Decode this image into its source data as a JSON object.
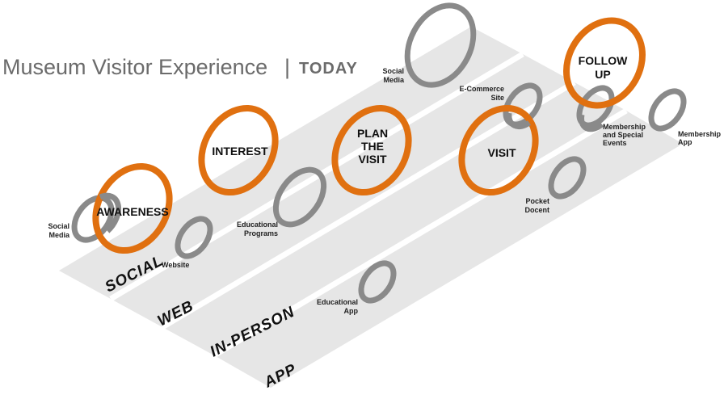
{
  "title": {
    "main": "Museum Visitor Experience",
    "separator": "|",
    "sub": "TODAY"
  },
  "lanes": {
    "social": "SOCIAL",
    "web": "WEB",
    "in_person": "IN-PERSON",
    "app": "APP"
  },
  "stages": {
    "awareness": [
      "AWARENESS"
    ],
    "interest": [
      "INTEREST"
    ],
    "plan": [
      "PLAN",
      "THE",
      "VISIT"
    ],
    "visit": [
      "VISIT"
    ],
    "follow_up": [
      "FOLLOW",
      "UP"
    ]
  },
  "touchpoints": {
    "social_media_1": [
      "Social",
      "Media"
    ],
    "website": [
      "Website"
    ],
    "educational_programs": [
      "Educational",
      "Programs"
    ],
    "social_media_2": [
      "Social",
      "Media"
    ],
    "educational_app": [
      "Educational",
      "App"
    ],
    "ecommerce": [
      "E-Commerce",
      "Site"
    ],
    "pocket_docent": [
      "Pocket",
      "Docent"
    ],
    "membership_events": [
      "Membership",
      "and Special",
      "Events"
    ],
    "membership_app": [
      "Membership",
      "App"
    ]
  },
  "colors": {
    "stage_ring": "#e07010",
    "touch_ring": "#8a8a8a",
    "lane_fill": "#e6e6e6",
    "title": "#6b6b6b"
  }
}
